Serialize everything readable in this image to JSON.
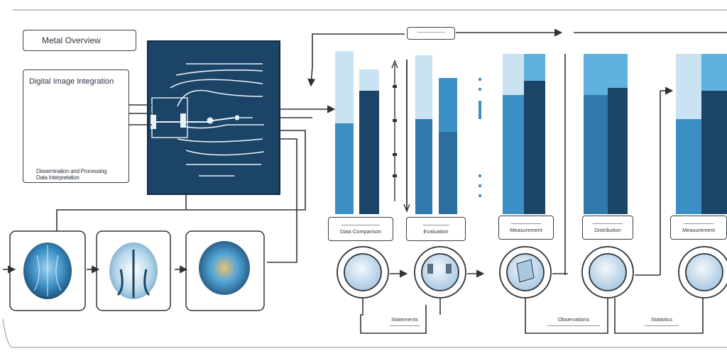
{
  "diagram": {
    "title": "Metal Overview",
    "panel_heading": "Digital Image Integration",
    "panel_caption_line1": "Dissemination and Processing",
    "panel_caption_line2": "Data Interpretation",
    "top_tag": "──────────",
    "bar_captions": [
      {
        "line1": "──────────",
        "line2": "Data Comparison"
      },
      {
        "line1": "───────",
        "line2": "Evaluation"
      },
      {
        "line1": "────────",
        "line2": "Measurement"
      },
      {
        "line1": "────────",
        "line2": "Distribution"
      },
      {
        "line1": "────────",
        "line2": "Measurement"
      }
    ],
    "bottom_captions": [
      {
        "line1": "Statements",
        "line2": "────────"
      },
      {
        "line1": "Observations",
        "line2": "──────────────"
      },
      {
        "line1": "Statistics",
        "line2": "─────────"
      }
    ]
  },
  "colors": {
    "navy": "#1b4467",
    "mid_blue": "#3b8fc4",
    "light_blue": "#c9e3f2",
    "sky": "#5fb2de",
    "ink": "#2e3338"
  },
  "icons": [
    "brain-scan-icon",
    "lung-scan-icon",
    "chest-xray-icon",
    "lens-icon",
    "flow-arrow-icon"
  ]
}
